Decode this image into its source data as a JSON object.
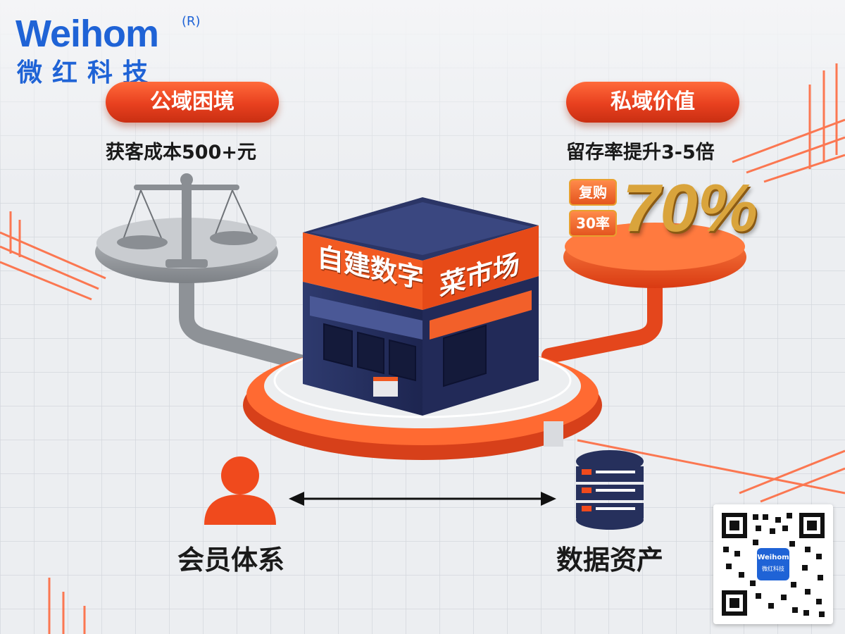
{
  "brand": {
    "logo_text": "Weihom",
    "registered_mark": "R",
    "logo_cn": "微红科技"
  },
  "left_panel": {
    "pill": "公域困境",
    "caption": "获客成本500+元",
    "icon": "balance-scale-icon"
  },
  "right_panel": {
    "pill": "私域价值",
    "caption": "留存率提升3-5倍",
    "badge_top": "复购",
    "badge_bottom": "30率",
    "big_value": "70%"
  },
  "store": {
    "sign_left": "自建数字",
    "sign_right": "菜市场",
    "icon": "storefront-icon"
  },
  "bottom": {
    "left_label": "会员体系",
    "right_label": "数据资产",
    "left_icon": "user-icon",
    "right_icon": "database-icon",
    "connector_icon": "double-arrow-icon"
  },
  "qr": {
    "icon": "qr-code-icon",
    "center_logo": "Weihom",
    "center_cn": "微红科技"
  },
  "colors": {
    "brand_blue": "#1f63d6",
    "accent_orange": "#e8401f",
    "navy": "#26305c",
    "gold": "#d9a43c"
  }
}
